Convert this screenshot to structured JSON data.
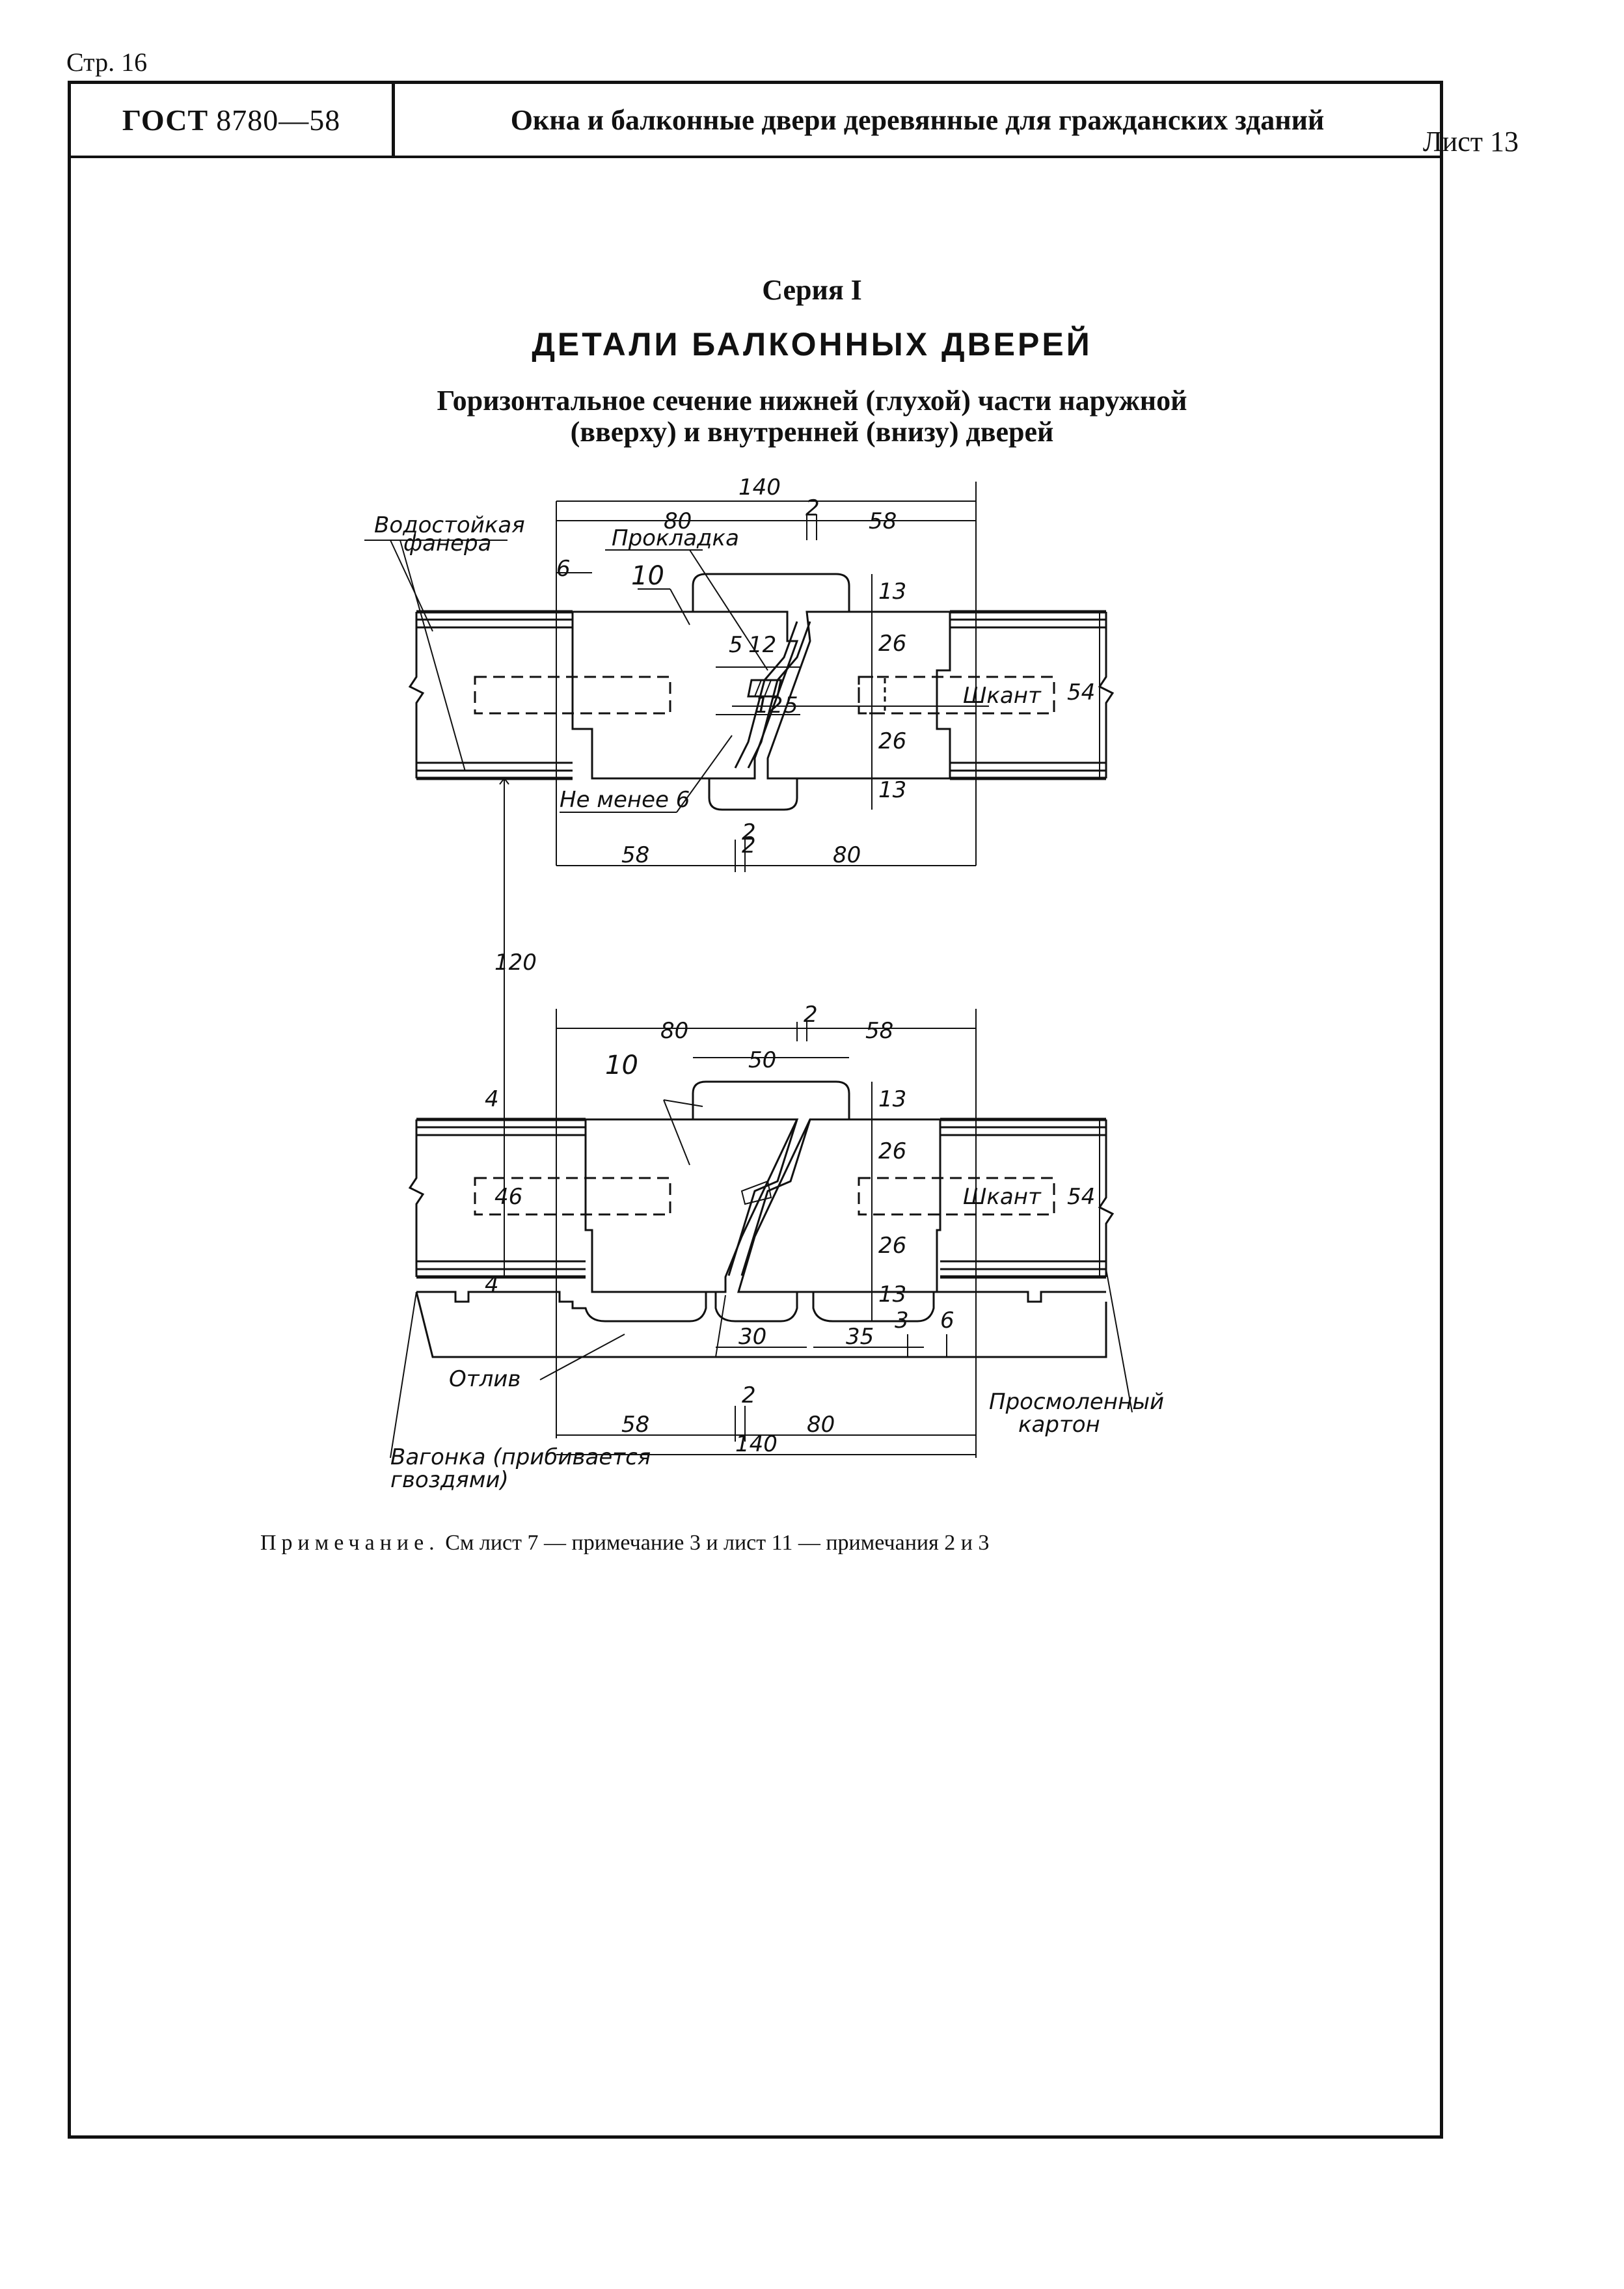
{
  "page": {
    "number": "Стр. 16"
  },
  "header": {
    "standard_label": "ГОСТ",
    "standard_number": "8780—58",
    "title": "Окна и балконные двери деревянные для гражданских зданий"
  },
  "sheet": "Лист 13",
  "series": "Серия I",
  "title": "ДЕТАЛИ БАЛКОННЫХ ДВЕРЕЙ",
  "subtitle": {
    "line1": "Горизонтальное сечение нижней (глухой) части наружной",
    "line2": "(вверху) и внутренней (внизу) дверей"
  },
  "drawing": {
    "labels": {
      "plywood_1": "Водостойкая",
      "plywood_2": "фанера",
      "gasket": "Прокладка",
      "dowel": "Шкант",
      "min6": "Не менее 6",
      "part": "10",
      "drip": "Отлив",
      "lining_1": "Вагонка (прибивается",
      "lining_2": "гвоздями)",
      "felt_1": "Просмоленный",
      "felt_2": "картон"
    },
    "dims_top": [
      "140",
      "80",
      "2",
      "58",
      "6",
      "13",
      "26",
      "26",
      "13",
      "54",
      "5",
      "12",
      "12",
      "5",
      "2",
      "58",
      "2",
      "80"
    ],
    "dims_bottom": [
      "80",
      "2",
      "58",
      "50",
      "13",
      "26",
      "26",
      "13",
      "54",
      "46",
      "4",
      "4",
      "30",
      "35",
      "3",
      "6",
      "58",
      "2",
      "80",
      "140"
    ],
    "dim_gap": "120"
  },
  "note": {
    "label": "Примечание.",
    "text": "См лист 7 — примечание 3 и лист 11 — примечания 2 и 3"
  }
}
